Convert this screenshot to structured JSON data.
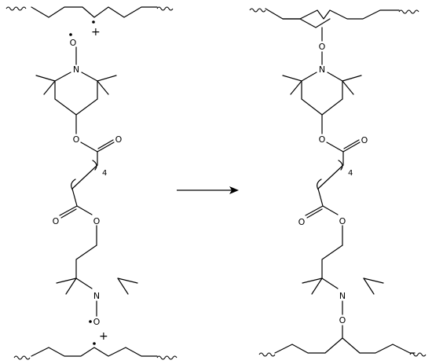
{
  "scheme": {
    "reactant_radical_symbol": "•",
    "plus_sign": "+",
    "nitrogen_label": "N",
    "oxygen_label": "O",
    "repeat_count": "4",
    "reaction_arrow_direction": "right",
    "bond_color": "#000000"
  }
}
